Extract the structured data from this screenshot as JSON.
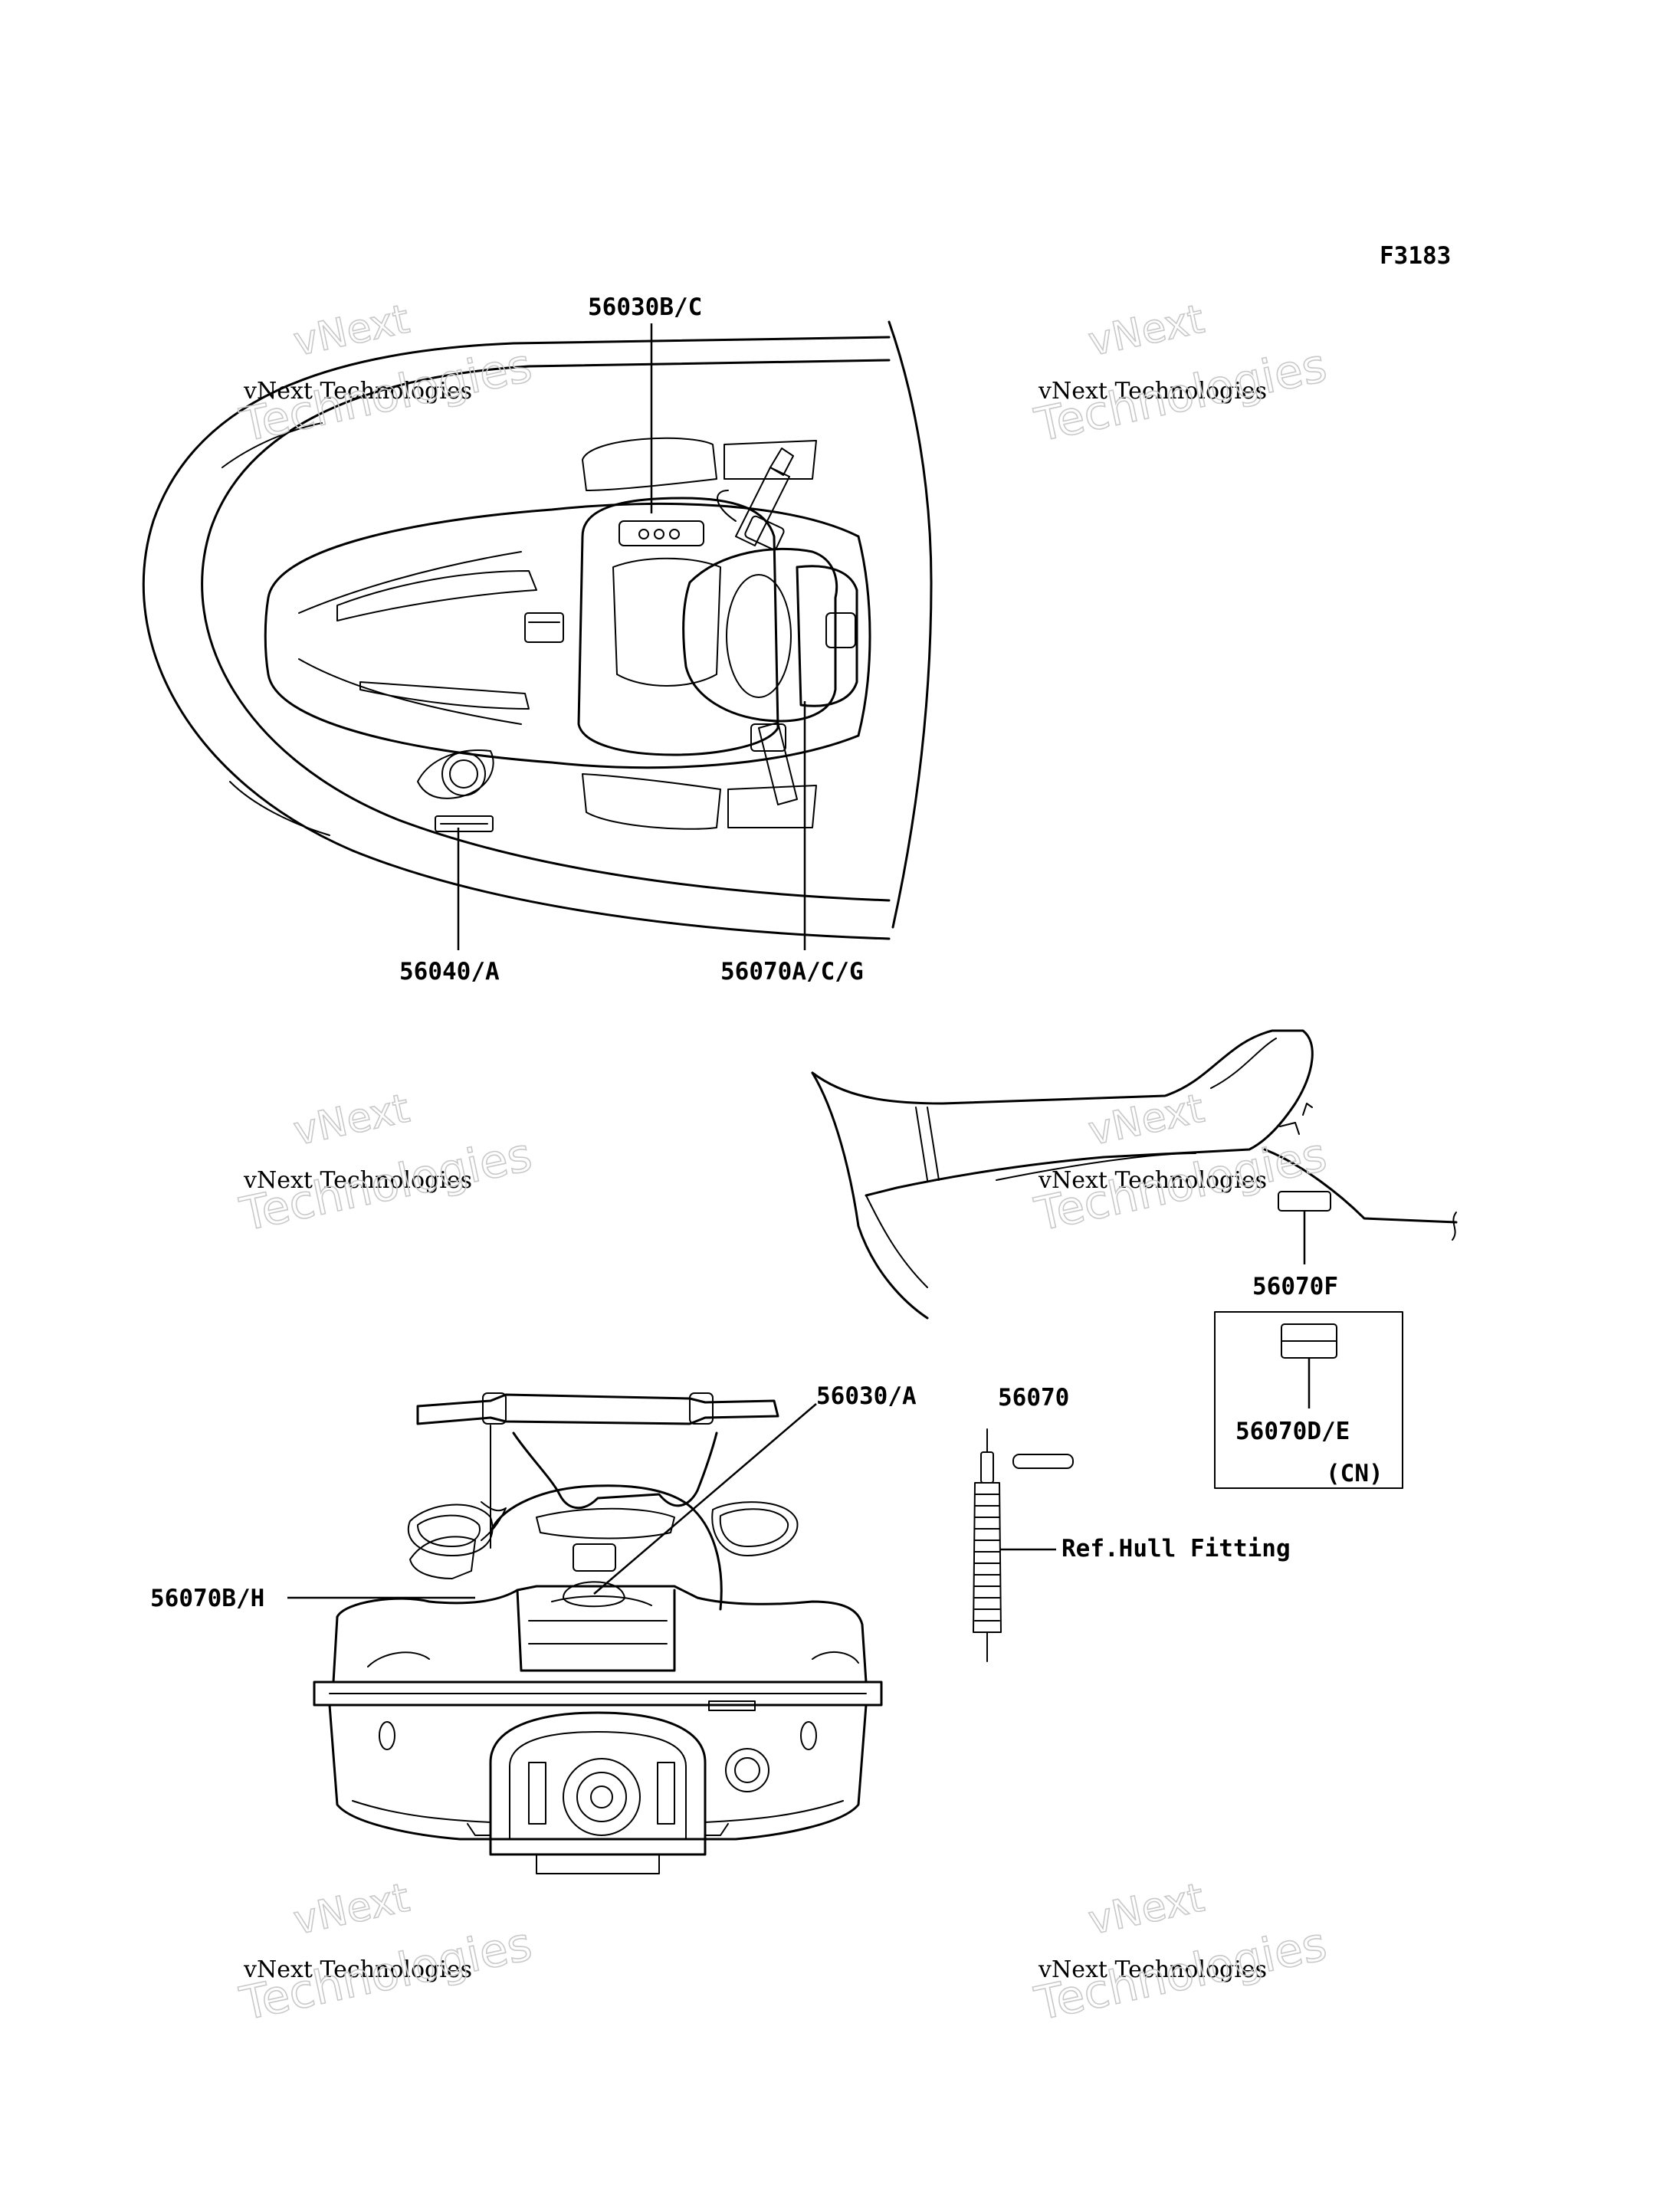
{
  "figure_id": "F3183",
  "callouts": {
    "top_left_decal": "56030B/C",
    "fuel_cap_decal": "56040/A",
    "handlebar_decal": "56070A/C/G",
    "seat_decal": "56070F",
    "inset_decal": "56070D/E",
    "inset_region": "(CN)",
    "rear_top_decal": "56030/A",
    "loose_decal": "56070",
    "rear_side_decal": "56070B/H",
    "hull_fitting_ref": "Ref.Hull Fitting"
  },
  "watermark": {
    "line1": "vNext",
    "line2": "vNext Technologies",
    "line3": "Technologies"
  }
}
